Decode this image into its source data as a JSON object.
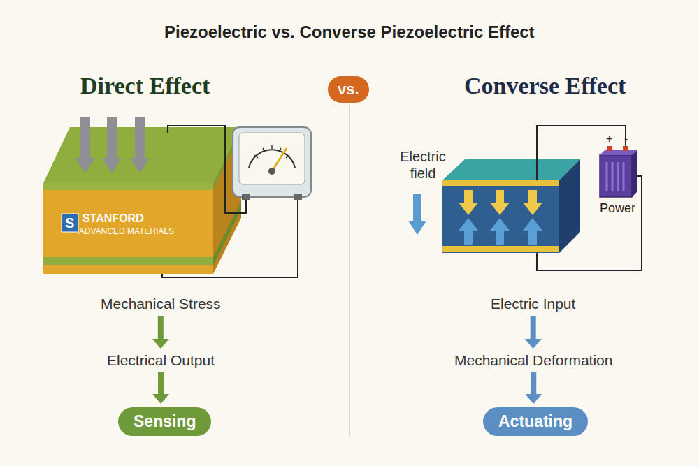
{
  "diagram": {
    "title": "Piezoelectric vs. Converse Piezoelectric Effect",
    "nodes": [
      {
        "text": [
          "vs."
        ]
      },
      {
        "text": [
          "Mechanical Stress"
        ]
      },
      {
        "text": [
          "Electrical Output"
        ]
      },
      {
        "text": [
          "Sensing"
        ]
      },
      {
        "text": [
          "Electric Input"
        ]
      },
      {
        "text": [
          "Mechanical Deformation"
        ]
      },
      {
        "text": [
          "Actuating"
        ]
      }
    ],
    "edges": [
      {
        "from": 1,
        "to": 2,
        "arrow": "to"
      },
      {
        "from": 2,
        "to": 3,
        "arrow": "to"
      },
      {
        "from": 4,
        "to": 5,
        "arrow": "to"
      },
      {
        "from": 5,
        "to": 6,
        "arrow": "to"
      }
    ],
    "labels": [
      "Direct Effect",
      "Converse Effect",
      "Electric field",
      "+",
      "-",
      "Power",
      "S",
      "STANFORD",
      "ADVANCED MATERIALS"
    ]
  }
}
